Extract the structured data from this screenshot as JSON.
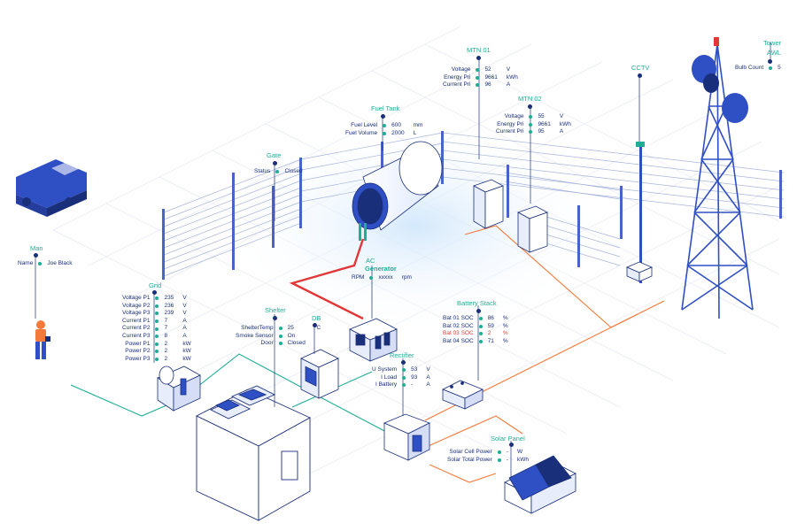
{
  "colors": {
    "navy": "#1a2f7a",
    "blue": "#2f4fc4",
    "teal": "#1fae95",
    "red": "#e03838",
    "orange": "#f47a3a",
    "fence": "#9aa7d6"
  },
  "tower": {
    "title": "Tower",
    "subtitle": "AWL",
    "rows": [
      {
        "k": "Bulb Count",
        "v": "5",
        "u": ""
      }
    ]
  },
  "mtn01": {
    "title": "MTN 01",
    "rows": [
      {
        "k": "Voltage",
        "v": "52",
        "u": "V"
      },
      {
        "k": "Energy Pri",
        "v": "9661",
        "u": "kWh"
      },
      {
        "k": "Current Pri",
        "v": "96",
        "u": "A"
      }
    ]
  },
  "mtn02": {
    "title": "MTN 02",
    "rows": [
      {
        "k": "Voltage",
        "v": "55",
        "u": "V"
      },
      {
        "k": "Energy Pri",
        "v": "9661",
        "u": "kWh"
      },
      {
        "k": "Current Pri",
        "v": "95",
        "u": "A"
      }
    ]
  },
  "cctv": {
    "title": "CCTV"
  },
  "fuel": {
    "title": "Fuel Tank",
    "rows": [
      {
        "k": "Fuel Level",
        "v": "600",
        "u": "mm"
      },
      {
        "k": "Fuel Volume",
        "v": "2000",
        "u": "L"
      }
    ]
  },
  "gate": {
    "title": "Gate",
    "rows": [
      {
        "k": "Status",
        "v": "Closed",
        "u": ""
      }
    ]
  },
  "man": {
    "title": "Man",
    "rows": [
      {
        "k": "Name",
        "v": "Joe Black",
        "u": ""
      }
    ]
  },
  "generator": {
    "title": "AC",
    "subtitle": "Generator",
    "rows": [
      {
        "k": "RPM",
        "v": "xxxxx",
        "u": "rpm"
      }
    ]
  },
  "grid": {
    "title": "Grid",
    "rows": [
      {
        "k": "Voltage P1",
        "v": "235",
        "u": "V"
      },
      {
        "k": "Voltage P2",
        "v": "236",
        "u": "V"
      },
      {
        "k": "Voltage P3",
        "v": "239",
        "u": "V"
      },
      {
        "k": "Current P1",
        "v": "7",
        "u": "A"
      },
      {
        "k": "Current P2",
        "v": "7",
        "u": "A"
      },
      {
        "k": "Current P3",
        "v": "8",
        "u": "A"
      },
      {
        "k": "Power P1",
        "v": "2",
        "u": "kW"
      },
      {
        "k": "Power P2",
        "v": "2",
        "u": "kW"
      },
      {
        "k": "Power P3",
        "v": "2",
        "u": "kW"
      }
    ]
  },
  "shelter": {
    "title": "Shelter",
    "rows": [
      {
        "k": "ShelterTemp",
        "v": "25",
        "u": "°C"
      },
      {
        "k": "Smoke Sensor",
        "v": "On",
        "u": ""
      },
      {
        "k": "Door",
        "v": "Closed",
        "u": ""
      }
    ]
  },
  "db": {
    "title": "DB"
  },
  "battery": {
    "title": "Battery Stack",
    "rows": [
      {
        "k": "Bat 01 SOC",
        "v": "86",
        "u": "%"
      },
      {
        "k": "Bat 02 SOC",
        "v": "59",
        "u": "%"
      },
      {
        "k": "Bat 03 SOC",
        "v": "2",
        "u": "%",
        "alert": true
      },
      {
        "k": "Bat 04 SOC",
        "v": "71",
        "u": "%"
      }
    ]
  },
  "rectifier": {
    "title": "Rectifier",
    "rows": [
      {
        "k": "U System",
        "v": "53",
        "u": "V"
      },
      {
        "k": "I Load",
        "v": "93",
        "u": "A"
      },
      {
        "k": "I Battery",
        "v": "-",
        "u": "A"
      }
    ]
  },
  "solar": {
    "title": "Solar Panel",
    "rows": [
      {
        "k": "Solar Cell Power",
        "v": "-",
        "u": "W"
      },
      {
        "k": "Solar Total Power",
        "v": "-",
        "u": "kWh"
      }
    ]
  }
}
